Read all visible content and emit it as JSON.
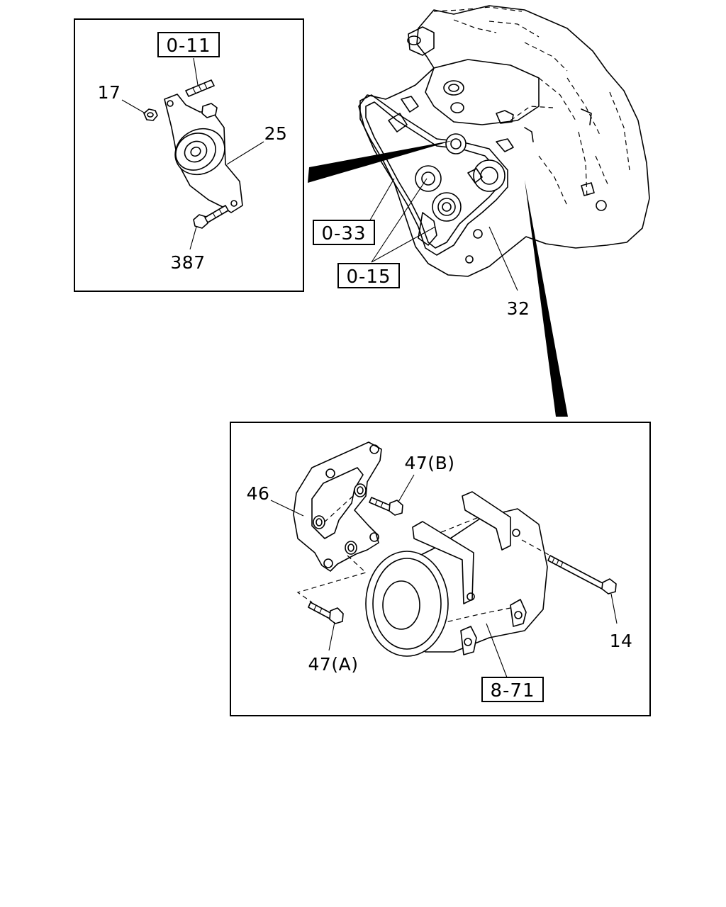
{
  "callouts": {
    "c17": "17",
    "c25": "25",
    "c387": "387",
    "c32": "32",
    "c46": "46",
    "c47b": "47(B)",
    "c47a": "47(A)",
    "c14": "14"
  },
  "references": {
    "r011": "0-11",
    "r033": "0-33",
    "r015": "0-15",
    "r871": "8-71"
  }
}
